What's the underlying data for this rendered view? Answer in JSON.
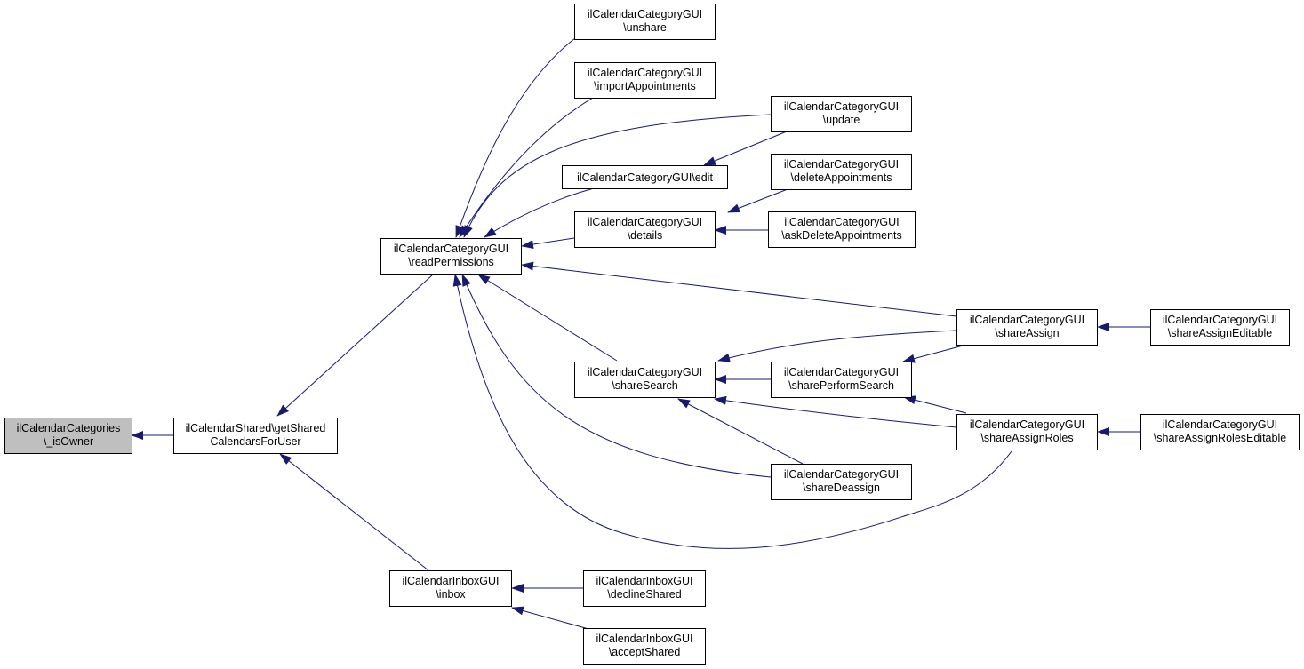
{
  "nodes": {
    "isOwner": {
      "lines": [
        "ilCalendarCategories",
        "\\_isOwner"
      ]
    },
    "getShared": {
      "lines": [
        "ilCalendarShared\\getShared",
        "CalendarsForUser"
      ]
    },
    "readPermissions": {
      "lines": [
        "ilCalendarCategoryGUI",
        "\\readPermissions"
      ]
    },
    "inbox": {
      "lines": [
        "ilCalendarInboxGUI",
        "\\inbox"
      ]
    },
    "unshare": {
      "lines": [
        "ilCalendarCategoryGUI",
        "\\unshare"
      ]
    },
    "importAppointments": {
      "lines": [
        "ilCalendarCategoryGUI",
        "\\importAppointments"
      ]
    },
    "edit": {
      "lines": [
        "ilCalendarCategoryGUI\\edit"
      ]
    },
    "details": {
      "lines": [
        "ilCalendarCategoryGUI",
        "\\details"
      ]
    },
    "shareSearch": {
      "lines": [
        "ilCalendarCategoryGUI",
        "\\shareSearch"
      ]
    },
    "update": {
      "lines": [
        "ilCalendarCategoryGUI",
        "\\update"
      ]
    },
    "deleteAppointments": {
      "lines": [
        "ilCalendarCategoryGUI",
        "\\deleteAppointments"
      ]
    },
    "askDeleteAppointments": {
      "lines": [
        "ilCalendarCategoryGUI",
        "\\askDeleteAppointments"
      ]
    },
    "sharePerformSearch": {
      "lines": [
        "ilCalendarCategoryGUI",
        "\\sharePerformSearch"
      ]
    },
    "shareDeassign": {
      "lines": [
        "ilCalendarCategoryGUI",
        "\\shareDeassign"
      ]
    },
    "shareAssign": {
      "lines": [
        "ilCalendarCategoryGUI",
        "\\shareAssign"
      ]
    },
    "shareAssignRoles": {
      "lines": [
        "ilCalendarCategoryGUI",
        "\\shareAssignRoles"
      ]
    },
    "shareAssignEditable": {
      "lines": [
        "ilCalendarCategoryGUI",
        "\\shareAssignEditable"
      ]
    },
    "shareAssignRolesEditable": {
      "lines": [
        "ilCalendarCategoryGUI",
        "\\shareAssignRolesEditable"
      ]
    },
    "declineShared": {
      "lines": [
        "ilCalendarInboxGUI",
        "\\declineShared"
      ]
    },
    "acceptShared": {
      "lines": [
        "ilCalendarInboxGUI",
        "\\acceptShared"
      ]
    }
  },
  "edges": [
    {
      "from": "getShared",
      "to": "isOwner"
    },
    {
      "from": "readPermissions",
      "to": "getShared"
    },
    {
      "from": "inbox",
      "to": "getShared"
    },
    {
      "from": "unshare",
      "to": "readPermissions"
    },
    {
      "from": "importAppointments",
      "to": "readPermissions"
    },
    {
      "from": "update",
      "to": "readPermissions"
    },
    {
      "from": "edit",
      "to": "readPermissions"
    },
    {
      "from": "details",
      "to": "readPermissions"
    },
    {
      "from": "shareAssign",
      "to": "readPermissions"
    },
    {
      "from": "shareSearch",
      "to": "readPermissions"
    },
    {
      "from": "shareDeassign",
      "to": "readPermissions"
    },
    {
      "from": "shareAssignRoles",
      "to": "readPermissions"
    },
    {
      "from": "update",
      "to": "edit"
    },
    {
      "from": "deleteAppointments",
      "to": "details"
    },
    {
      "from": "askDeleteAppointments",
      "to": "details"
    },
    {
      "from": "shareAssign",
      "to": "shareSearch"
    },
    {
      "from": "sharePerformSearch",
      "to": "shareSearch"
    },
    {
      "from": "shareAssignRoles",
      "to": "shareSearch"
    },
    {
      "from": "shareDeassign",
      "to": "shareSearch"
    },
    {
      "from": "shareAssign",
      "to": "sharePerformSearch"
    },
    {
      "from": "shareAssignRoles",
      "to": "sharePerformSearch"
    },
    {
      "from": "shareAssignEditable",
      "to": "shareAssign"
    },
    {
      "from": "shareAssignRolesEditable",
      "to": "shareAssignRoles"
    },
    {
      "from": "declineShared",
      "to": "inbox"
    },
    {
      "from": "acceptShared",
      "to": "inbox"
    }
  ],
  "colors": {
    "edge": "#191970",
    "root_fill": "#bfbfbf",
    "node_fill": "#ffffff",
    "node_stroke": "#000000"
  }
}
